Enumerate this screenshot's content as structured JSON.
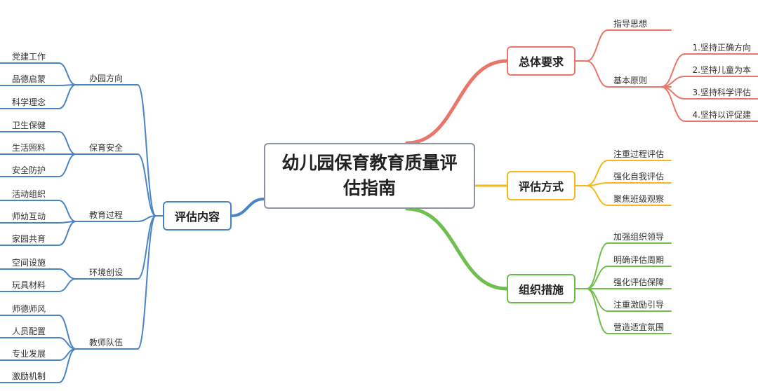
{
  "center": {
    "title": "幼儿园保育教育质量评估指南"
  },
  "colors": {
    "red": "#e8776a",
    "yellow": "#f2b81c",
    "green": "#6fbf4e",
    "blue": "#4a84c2",
    "center_border": "#8a94a6"
  },
  "right": [
    {
      "label": "总体要求",
      "color": "#e8776a",
      "children": [
        {
          "label": "指导思想"
        },
        {
          "label": "基本原则",
          "children": [
            "1.坚持正确方向",
            "2.坚持儿童为本",
            "3.坚持科学评估",
            "4.坚持以评促建"
          ]
        }
      ]
    },
    {
      "label": "评估方式",
      "color": "#f2b81c",
      "children": [
        {
          "label": "注重过程评估"
        },
        {
          "label": "强化自我评估"
        },
        {
          "label": "聚焦班级观察"
        }
      ]
    },
    {
      "label": "组织措施",
      "color": "#6fbf4e",
      "children": [
        {
          "label": "加强组织领导"
        },
        {
          "label": "明确评估周期"
        },
        {
          "label": "强化评估保障"
        },
        {
          "label": "注重激励引导"
        },
        {
          "label": "营造适宜氛围"
        }
      ]
    }
  ],
  "left": {
    "label": "评估内容",
    "color": "#4a84c2",
    "children": [
      {
        "label": "办园方向",
        "children": [
          "党建工作",
          "品德启蒙",
          "科学理念"
        ]
      },
      {
        "label": "保育安全",
        "children": [
          "卫生保健",
          "生活照料",
          "安全防护"
        ]
      },
      {
        "label": "教育过程",
        "children": [
          "活动组织",
          "师幼互动",
          "家园共育"
        ]
      },
      {
        "label": "环境创设",
        "children": [
          "空间设施",
          "玩具材料"
        ]
      },
      {
        "label": "教师队伍",
        "children": [
          "师德师风",
          "人员配置",
          "专业发展",
          "激励机制"
        ]
      }
    ]
  }
}
